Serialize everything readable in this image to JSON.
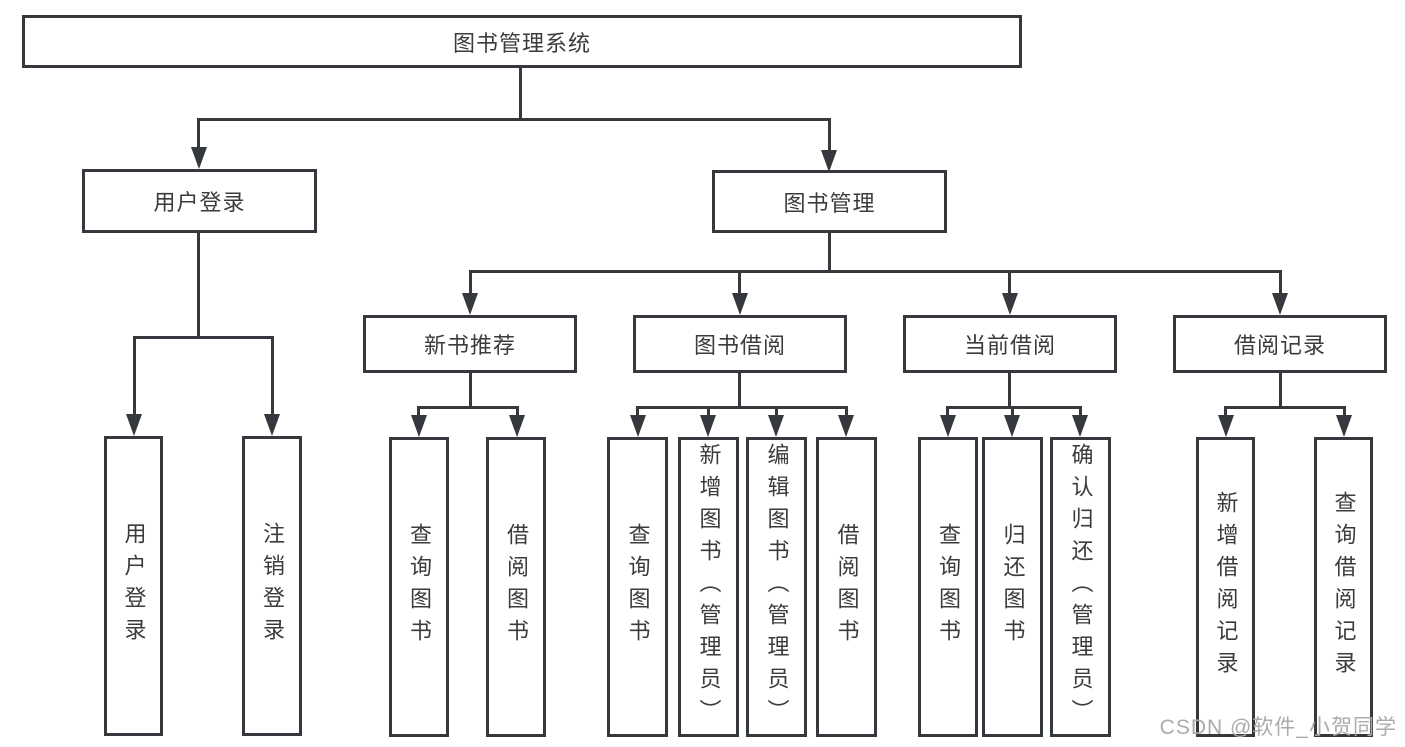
{
  "diagram": {
    "type": "hierarchy-tree",
    "root": {
      "label": "图书管理系统",
      "children": [
        {
          "label": "用户登录",
          "children": [
            {
              "label": "用户登录"
            },
            {
              "label": "注销登录"
            }
          ]
        },
        {
          "label": "图书管理",
          "children": [
            {
              "label": "新书推荐",
              "children": [
                {
                  "label": "查询图书"
                },
                {
                  "label": "借阅图书"
                }
              ]
            },
            {
              "label": "图书借阅",
              "children": [
                {
                  "label": "查询图书"
                },
                {
                  "label": "新增图书（管理员）"
                },
                {
                  "label": "编辑图书（管理员）"
                },
                {
                  "label": "借阅图书"
                }
              ]
            },
            {
              "label": "当前借阅",
              "children": [
                {
                  "label": "查询图书"
                },
                {
                  "label": "归还图书"
                },
                {
                  "label": "确认归还（管理员）"
                }
              ]
            },
            {
              "label": "借阅记录",
              "children": [
                {
                  "label": "新增借阅记录"
                },
                {
                  "label": "查询借阅记录"
                }
              ]
            }
          ]
        }
      ]
    }
  },
  "watermark": {
    "text": "CSDN @软件_小贺同学"
  },
  "colors": {
    "line": "#35383c",
    "text": "#3b3b3b",
    "watermark": "#ababab",
    "background": "#ffffff"
  }
}
